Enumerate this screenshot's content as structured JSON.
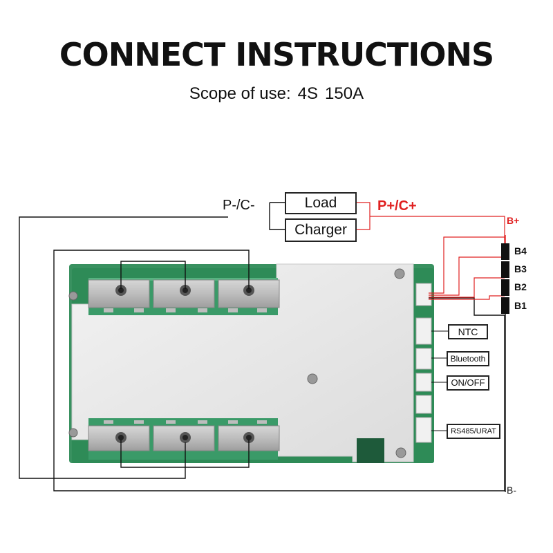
{
  "header": {
    "title": "CONNECT INSTRUCTIONS",
    "scope_label": "Scope of use:",
    "scope_cells": "4S",
    "scope_current": "150A"
  },
  "load_circuit": {
    "load": "Load",
    "charger": "Charger",
    "negative_label": "P-/C-",
    "positive_label": "P+/C+"
  },
  "battery_terminals": {
    "b_plus": "B+",
    "b4": "B4",
    "b3": "B3",
    "b2": "B2",
    "b1": "B1",
    "b_minus": "B-"
  },
  "ports": {
    "ntc": "NTC",
    "bluetooth": "Bluetooth",
    "on_off": "ON/OFF",
    "rs485": "RS485/URAT"
  },
  "colors": {
    "positive_wire": "#e02020",
    "negative_wire": "#111111",
    "pcb_green": "#2e8b57",
    "heatsink": "#e6e6e6",
    "title": "#111111"
  }
}
